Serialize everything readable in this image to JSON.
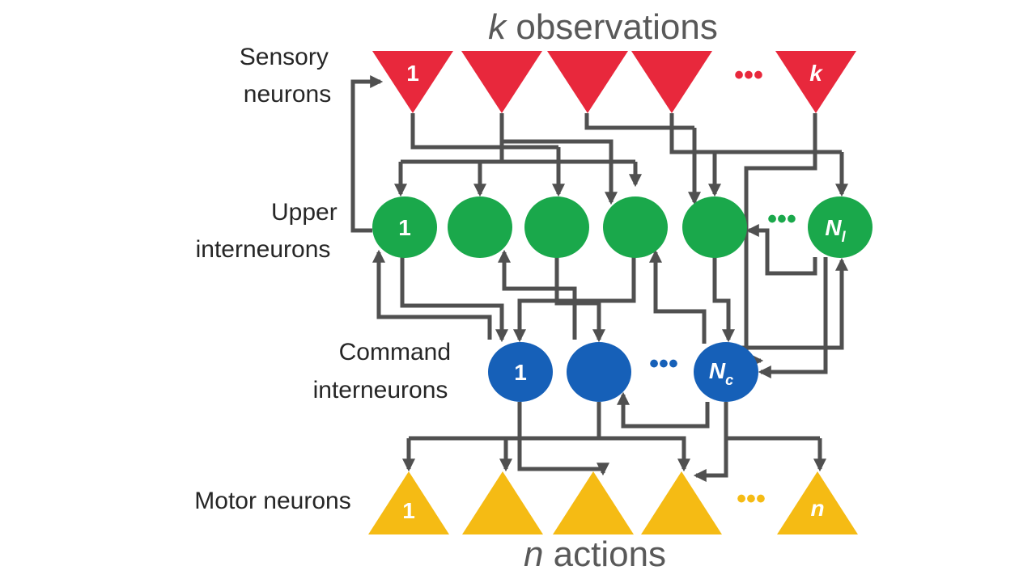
{
  "title_top": {
    "var": "k",
    "text": " observations"
  },
  "title_bottom": {
    "var": "n",
    "text": " actions"
  },
  "layer_labels": {
    "sensory": [
      "Sensory",
      "neurons"
    ],
    "upper": [
      "Upper",
      "interneurons"
    ],
    "command": [
      "Command",
      "interneurons"
    ],
    "motor": [
      "Motor neurons"
    ]
  },
  "node_labels": {
    "sensory_first": "1",
    "sensory_last": "k",
    "upper_first": "1",
    "upper_last": "N",
    "upper_last_sub": "l",
    "command_first": "1",
    "command_last": "N",
    "command_last_sub": "c",
    "motor_first": "1",
    "motor_last": "n"
  },
  "ellipsis": "•••",
  "colors": {
    "sensory": "#e8283c",
    "upper": "#1aa84b",
    "command": "#1660b8",
    "motor": "#f5bb14",
    "wire": "#505050",
    "title": "#595959"
  }
}
